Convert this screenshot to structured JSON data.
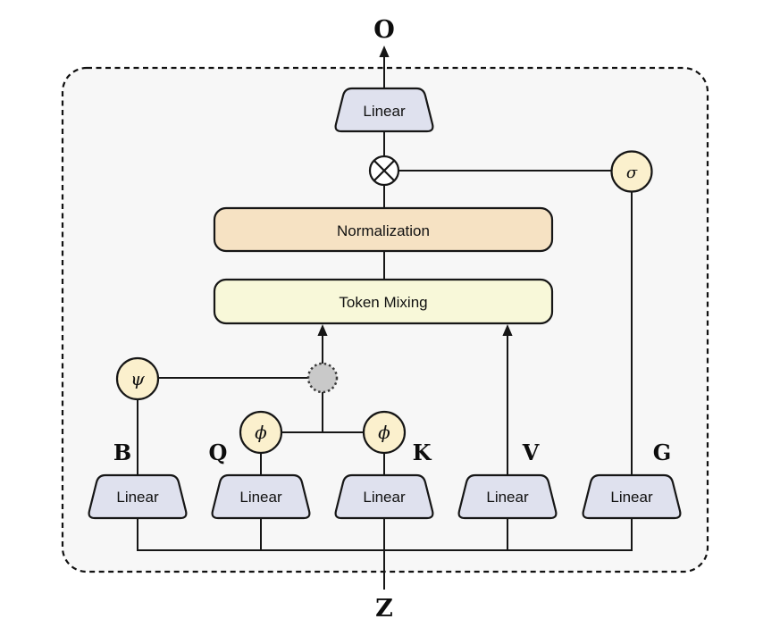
{
  "diagram": {
    "output_label": "O",
    "input_label": "Z",
    "output_projection": {
      "label": "Linear"
    },
    "normalization": {
      "label": "Normalization"
    },
    "token_mixing": {
      "label": "Token Mixing"
    },
    "gate": {
      "symbol": "σ"
    },
    "psi": {
      "symbol": "ψ"
    },
    "phi_q": {
      "symbol": "ϕ"
    },
    "phi_k": {
      "symbol": "ϕ"
    },
    "branches": [
      {
        "name": "B",
        "projection_label": "Linear"
      },
      {
        "name": "Q",
        "projection_label": "Linear"
      },
      {
        "name": "K",
        "projection_label": "Linear"
      },
      {
        "name": "V",
        "projection_label": "Linear"
      },
      {
        "name": "G",
        "projection_label": "Linear"
      }
    ],
    "colors": {
      "container_fill": "#f7f7f7",
      "projection_fill": "#dfe1ee",
      "normalization_fill": "#f6e2c3",
      "token_mixing_fill": "#f8f8d9",
      "operator_fill": "#fbf0cd",
      "multiply_fill": "#ffffff",
      "placeholder_fill": "#c9c9c9"
    }
  }
}
